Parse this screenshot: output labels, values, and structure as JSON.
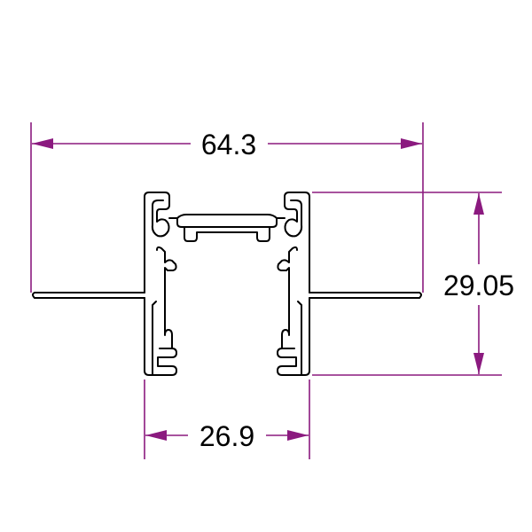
{
  "dimensions": {
    "overall_width": "64.3",
    "channel_height": "29.05",
    "channel_width": "26.9"
  },
  "colors": {
    "dimension_line": "#8b1a7f",
    "profile_outline": "#000000",
    "background": "#ffffff"
  }
}
